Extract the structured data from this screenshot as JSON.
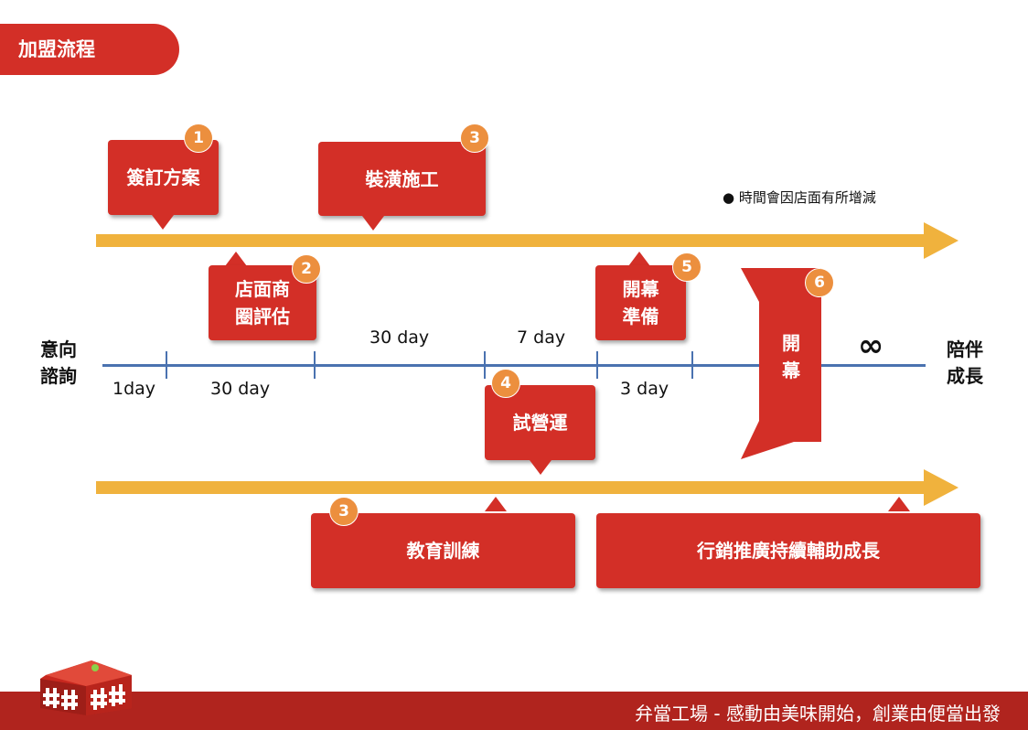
{
  "header": {
    "title": "加盟流程"
  },
  "note": "● 時間會因店面有所增減",
  "timeline": {
    "start_label": "意向\n諮詢",
    "end_label": "陪伴\n成長",
    "infinity": "∞",
    "durations_below": [
      "1day",
      "30 day",
      "3 day"
    ],
    "durations_above": [
      "30 day",
      "7 day"
    ]
  },
  "steps": [
    {
      "badge": "1",
      "label": "簽訂方案"
    },
    {
      "badge": "2",
      "label": "店面商\n圈評估"
    },
    {
      "badge": "3",
      "label": "裝潢施工"
    },
    {
      "badge": "4",
      "label": "試營運"
    },
    {
      "badge": "5",
      "label": "開幕\n準備"
    },
    {
      "badge": "6",
      "label": "開\n幕"
    },
    {
      "badge": "3",
      "label": "教育訓練"
    },
    {
      "badge": "",
      "label": "行銷推廣持續輔助成長"
    }
  ],
  "footer": {
    "text": "弁當工場 - 感動由美味開始，創業由便當出發"
  },
  "colors": {
    "red": "#d32f27",
    "orange_arrow": "#f0b23d",
    "badge": "#ec8f3e",
    "blue_line": "#4a72b0",
    "footer": "#b0241e"
  }
}
